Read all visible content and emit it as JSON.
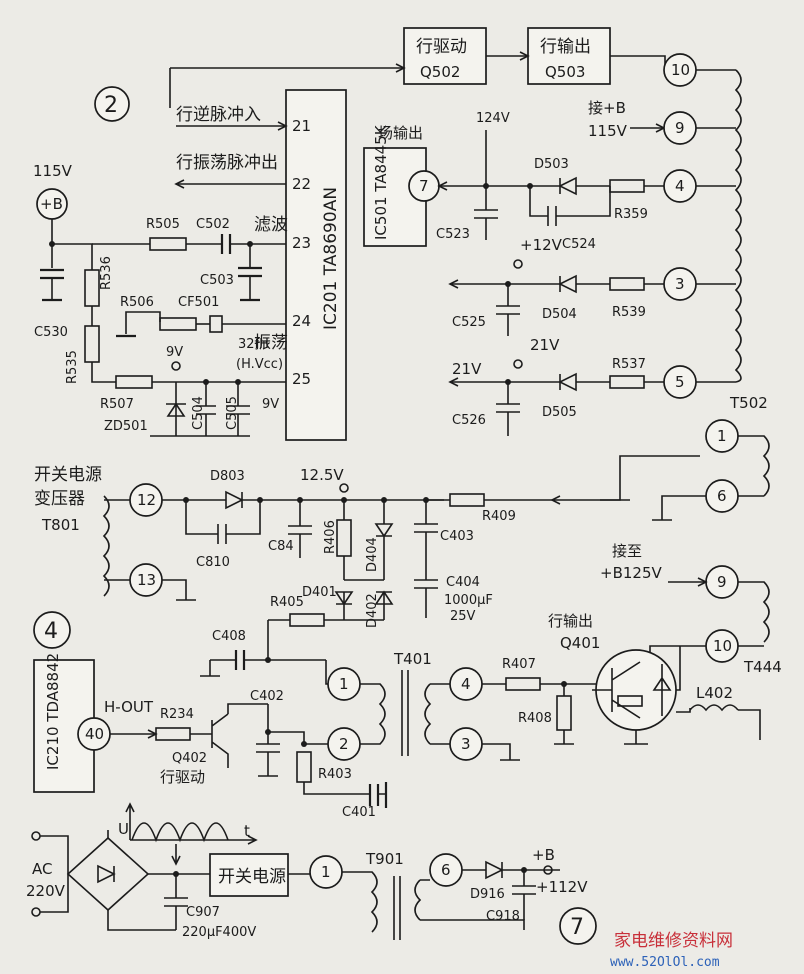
{
  "section_markers": {
    "s2": "2",
    "s4": "4",
    "s7": "7"
  },
  "blocks": {
    "line_drive_top": "行驱动",
    "q502": "Q502",
    "line_out_top": "行输出",
    "q503": "Q503",
    "ic201": "IC201  TA8690AN",
    "ic501": "IC501  TA8445K",
    "ic210": "IC210  TDA8842",
    "smps": "开关电源"
  },
  "ic201_pins": {
    "p21_label": "行逆脉冲入",
    "p21": "21",
    "p22_label": "行振荡脉冲出",
    "p22": "22",
    "p23_label": "滤波",
    "p23": "23",
    "p24": "24",
    "p25_label1": "振荡",
    "p25_label2": "(H.Vcc)",
    "p25": "25"
  },
  "top_right": {
    "v124": "124V",
    "field_out": "场输出",
    "ic501_pin": "7",
    "join_b_1": "接+B",
    "join_b_2": "115V",
    "t502_pins": [
      "10",
      "9",
      "4",
      "3",
      "5"
    ],
    "t502": "T502",
    "v12": "+12V",
    "v21a": "21V",
    "v21b": "21V"
  },
  "top_left": {
    "v115": "115V",
    "plus_b": "+B",
    "v9a": "9V",
    "v9b": "9V",
    "f32": "32fH"
  },
  "components_top": {
    "r505": "R505",
    "c502": "C502",
    "c503": "C503",
    "r536": "R536",
    "r506": "R506",
    "cf501": "CF501",
    "c530": "C530",
    "r535": "R535",
    "r507": "R507",
    "zd501": "ZD501",
    "c504": "C504",
    "c505": "C505",
    "r359": "R359",
    "d503": "D503",
    "c523": "C523",
    "c524": "C524",
    "r539": "R539",
    "d504": "D504",
    "c525": "C525",
    "r537": "R537",
    "d505": "D505",
    "c526": "C526"
  },
  "middle": {
    "smps_transformer_1": "开关电源",
    "smps_transformer_2": "变压器",
    "t801": "T801",
    "t801_pins": [
      "12",
      "13"
    ],
    "d803": "D803",
    "c810": "C810",
    "c84": "C84",
    "v125": "12.5V",
    "r406": "R406",
    "d404": "D404",
    "d401": "D401",
    "d402": "D402",
    "c403": "C403",
    "r409": "R409",
    "c404": "C404",
    "c404_val": "1000µF",
    "c404_v": "25V",
    "r405": "R405",
    "t444_pins": [
      "1",
      "6",
      "9",
      "10"
    ],
    "t444": "T444",
    "join_b125_1": "接至",
    "join_b125_2": "+B125V",
    "q401_label": "行输出",
    "q401": "Q401",
    "l402": "L402"
  },
  "lower": {
    "c408": "C408",
    "t401": "T401",
    "t401_pins": [
      "1",
      "2",
      "4",
      "3"
    ],
    "r407": "R407",
    "r408": "R408",
    "c402": "C402",
    "hout": "H-OUT",
    "ic210_pin": "40",
    "r234": "R234",
    "q402": "Q402",
    "line_drive": "行驱动",
    "r403": "R403",
    "c401": "C401"
  },
  "bottom": {
    "u_axis": "U",
    "t_axis": "t",
    "ac": "AC",
    "v220": "220V",
    "c907": "C907",
    "c907_val": "220µF400V",
    "t901": "T901",
    "t901_pins": [
      "1",
      "6"
    ],
    "d916": "D916",
    "plus_b": "+B",
    "v112": "+112V",
    "c918": "C918"
  },
  "watermark": {
    "cn": "家电维修资料网",
    "url": "www.52OlOl.com"
  }
}
